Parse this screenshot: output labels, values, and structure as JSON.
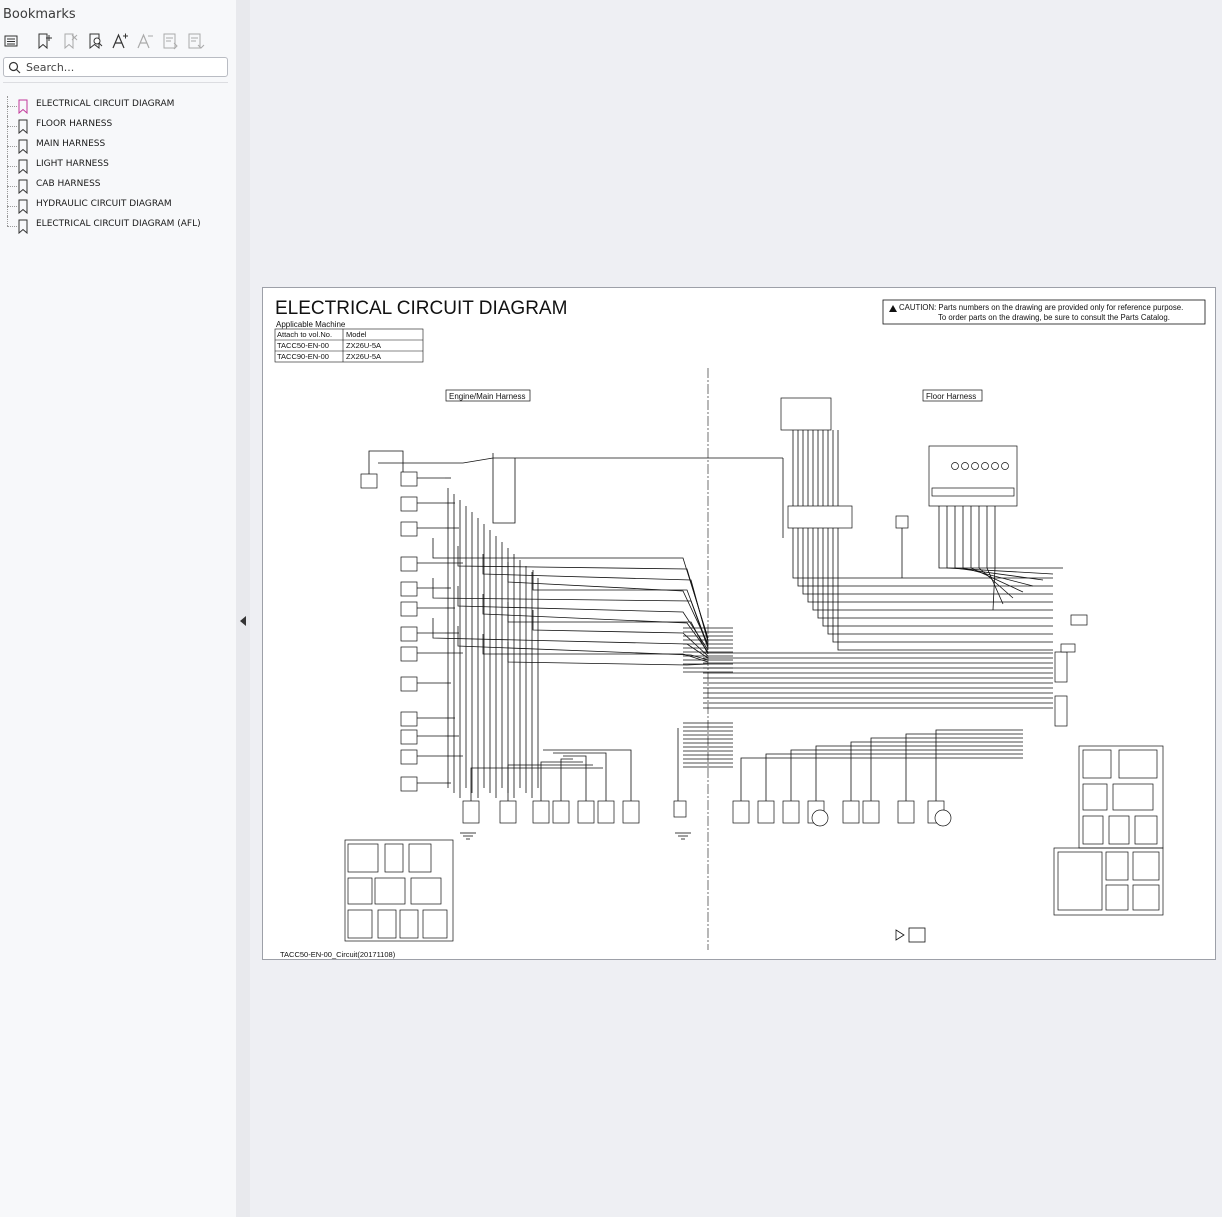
{
  "sidebar": {
    "title": "Bookmarks",
    "toolbar_icons": [
      "options-menu-icon",
      "add-bookmark-icon",
      "delete-bookmark-icon",
      "find-bookmark-icon",
      "enlarge-text-icon",
      "reduce-text-icon",
      "expand-bookmark-icon",
      "collapse-bookmark-icon"
    ],
    "search_placeholder": "Search...",
    "bookmarks": [
      {
        "label": "ELECTRICAL CIRCUIT DIAGRAM",
        "selected": true
      },
      {
        "label": "FLOOR HARNESS",
        "selected": false
      },
      {
        "label": "MAIN HARNESS",
        "selected": false
      },
      {
        "label": "LIGHT HARNESS",
        "selected": false
      },
      {
        "label": "CAB HARNESS",
        "selected": false
      },
      {
        "label": "HYDRAULIC CIRCUIT DIAGRAM",
        "selected": false
      },
      {
        "label": "ELECTRICAL CIRCUIT DIAGRAM (AFL)",
        "selected": false
      }
    ]
  },
  "document": {
    "title": "ELECTRICAL CIRCUIT DIAGRAM",
    "applicable_label": "Applicable Machine",
    "table_headers": [
      "Attach to vol.No.",
      "Model"
    ],
    "table_rows": [
      [
        "TACC50-EN-00",
        "ZX26U-5A"
      ],
      [
        "TACC90-EN-00",
        "ZX26U-5A"
      ]
    ],
    "caution_line1": "CAUTION: Parts numbers on the drawing are provided only for reference purpose.",
    "caution_line2": "To order parts on the drawing, be sure to consult the Parts Catalog.",
    "left_section_label": "Engine/Main Harness",
    "right_section_label": "Floor Harness",
    "footer": "TACC50-EN-00_Circuit(20171108)"
  },
  "colors": {
    "accent_bookmark": "#c2389a",
    "border": "#9da0a8"
  }
}
